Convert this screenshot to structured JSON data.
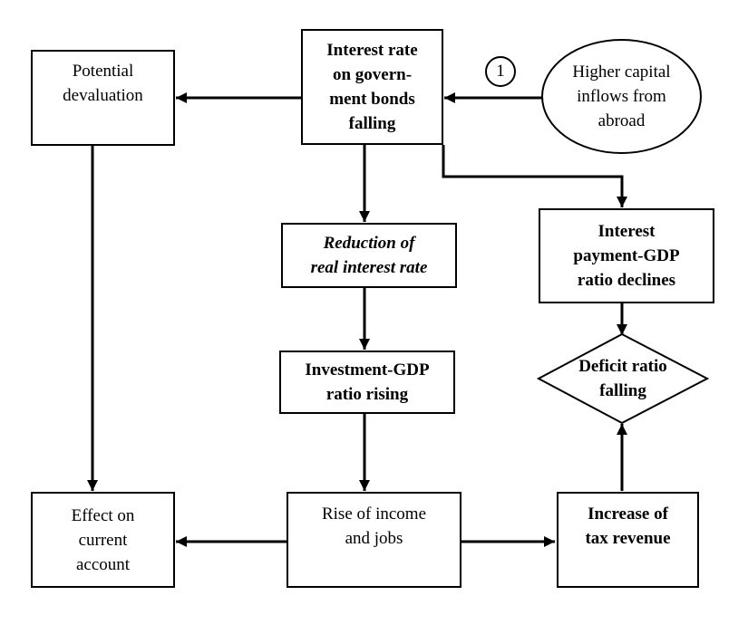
{
  "nodes": {
    "potential_devaluation": {
      "lines": [
        "Potential",
        "devaluation"
      ]
    },
    "interest_rate": {
      "lines": [
        "Interest rate",
        "on govern-",
        "ment bonds",
        "falling"
      ]
    },
    "higher_capital": {
      "lines": [
        "Higher capital",
        "inflows from",
        "abroad"
      ]
    },
    "marker": {
      "label": "1"
    },
    "reduction": {
      "lines": [
        "Reduction of",
        "real interest rate"
      ]
    },
    "interest_payment": {
      "lines": [
        "Interest",
        "payment-GDP",
        "ratio declines"
      ]
    },
    "investment": {
      "lines": [
        "Investment-GDP",
        "ratio rising"
      ]
    },
    "deficit": {
      "lines": [
        "Deficit ratio",
        "falling"
      ]
    },
    "effect": {
      "lines": [
        "Effect on",
        "current",
        "account"
      ]
    },
    "rise": {
      "lines": [
        "Rise of income",
        "and jobs"
      ]
    },
    "tax": {
      "lines": [
        "Increase of",
        "tax revenue"
      ]
    }
  },
  "edges": [
    {
      "from": "higher_capital",
      "to": "interest_rate"
    },
    {
      "from": "interest_rate",
      "to": "potential_devaluation"
    },
    {
      "from": "interest_rate",
      "to": "reduction"
    },
    {
      "from": "interest_rate",
      "to": "interest_payment"
    },
    {
      "from": "reduction",
      "to": "investment"
    },
    {
      "from": "investment",
      "to": "rise"
    },
    {
      "from": "rise",
      "to": "effect"
    },
    {
      "from": "rise",
      "to": "tax"
    },
    {
      "from": "potential_devaluation",
      "to": "effect"
    },
    {
      "from": "interest_payment",
      "to": "deficit"
    },
    {
      "from": "tax",
      "to": "deficit"
    }
  ]
}
